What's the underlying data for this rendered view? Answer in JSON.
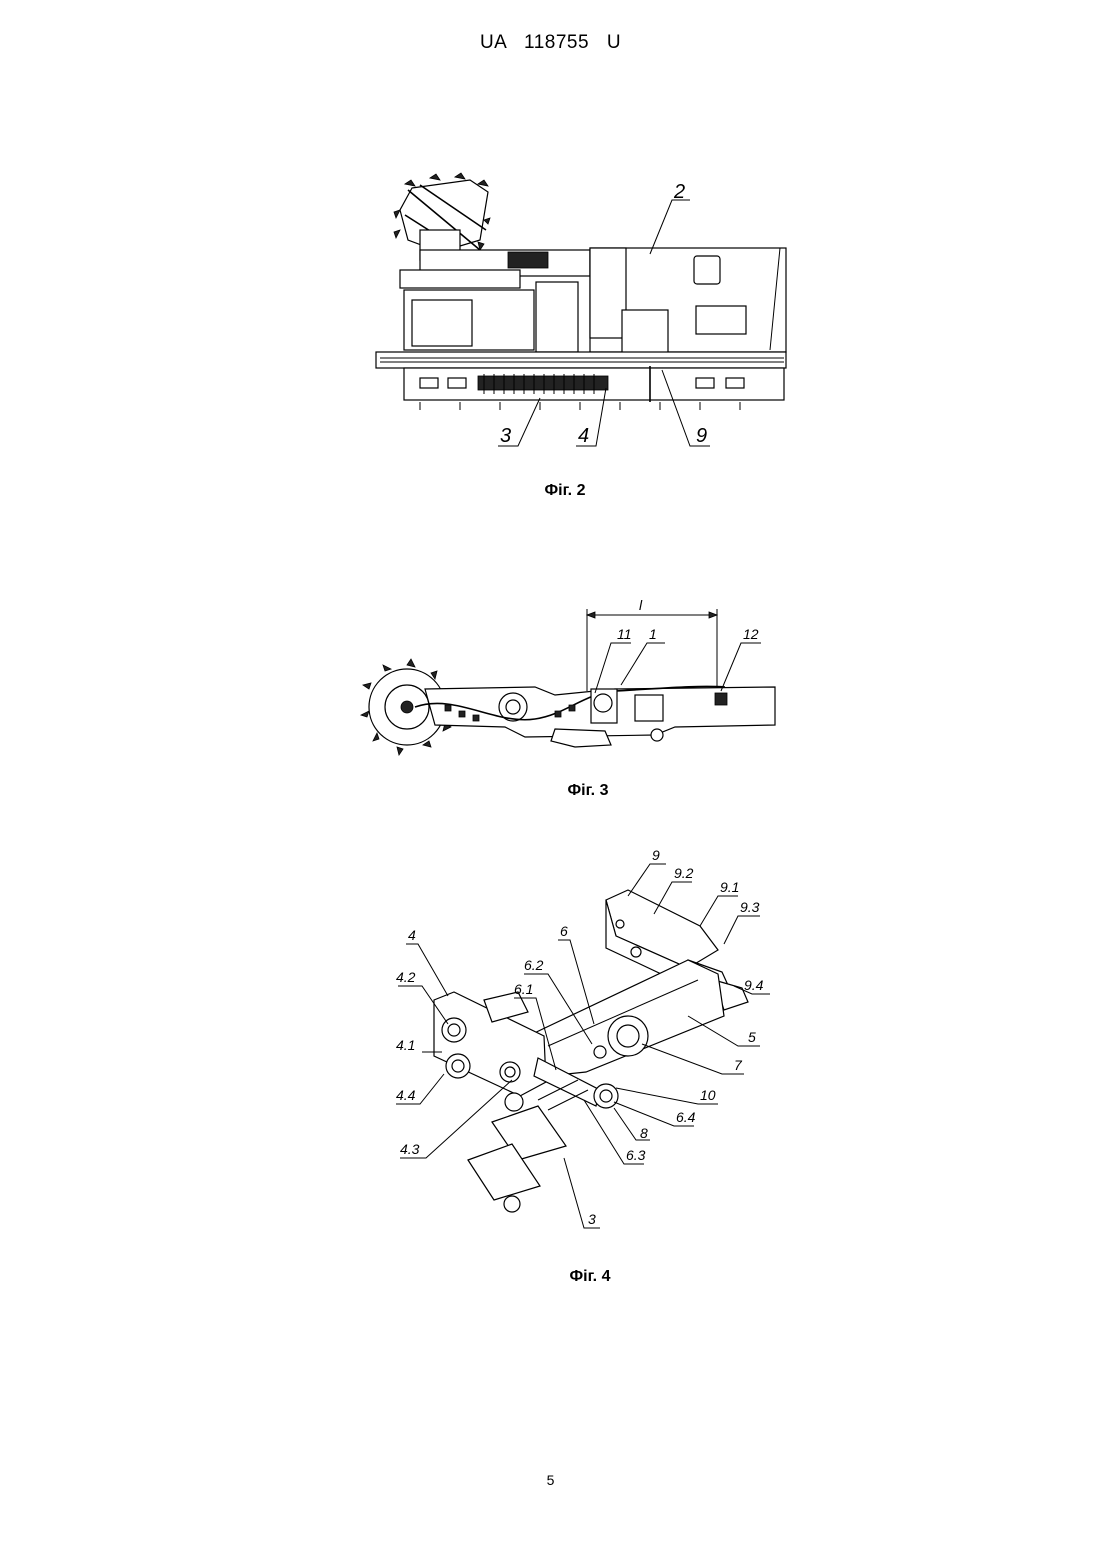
{
  "header": {
    "text": "UA   118755   U"
  },
  "figures": [
    {
      "caption": "Фіг. 2",
      "callouts": [
        "2",
        "3",
        "4",
        "9"
      ]
    },
    {
      "caption": "Фіг. 3",
      "callouts": [
        "l",
        "11",
        "1",
        "12"
      ]
    },
    {
      "caption": "Фіг. 4",
      "callouts": [
        "9",
        "9.2",
        "9.1",
        "9.3",
        "4",
        "6",
        "6.2",
        "4.2",
        "6.1",
        "9.4",
        "4.1",
        "5",
        "7",
        "4.4",
        "10",
        "6.4",
        "8",
        "4.3",
        "6.3",
        "3"
      ]
    }
  ],
  "page_number": "5"
}
